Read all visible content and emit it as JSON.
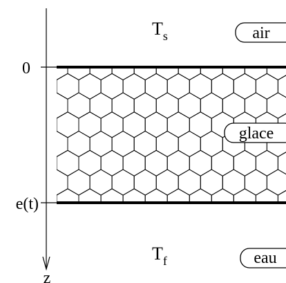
{
  "axis": {
    "name": "z",
    "tick_top": "0",
    "tick_bottom": "e(t)"
  },
  "temperatures": {
    "surface": {
      "base": "T",
      "sub": "s"
    },
    "bottom": {
      "base": "T",
      "sub": "f"
    }
  },
  "regions": {
    "air": "air",
    "ice": "glace",
    "water": "eau"
  },
  "colors": {
    "line": "#000000",
    "background": "#ffffff"
  }
}
